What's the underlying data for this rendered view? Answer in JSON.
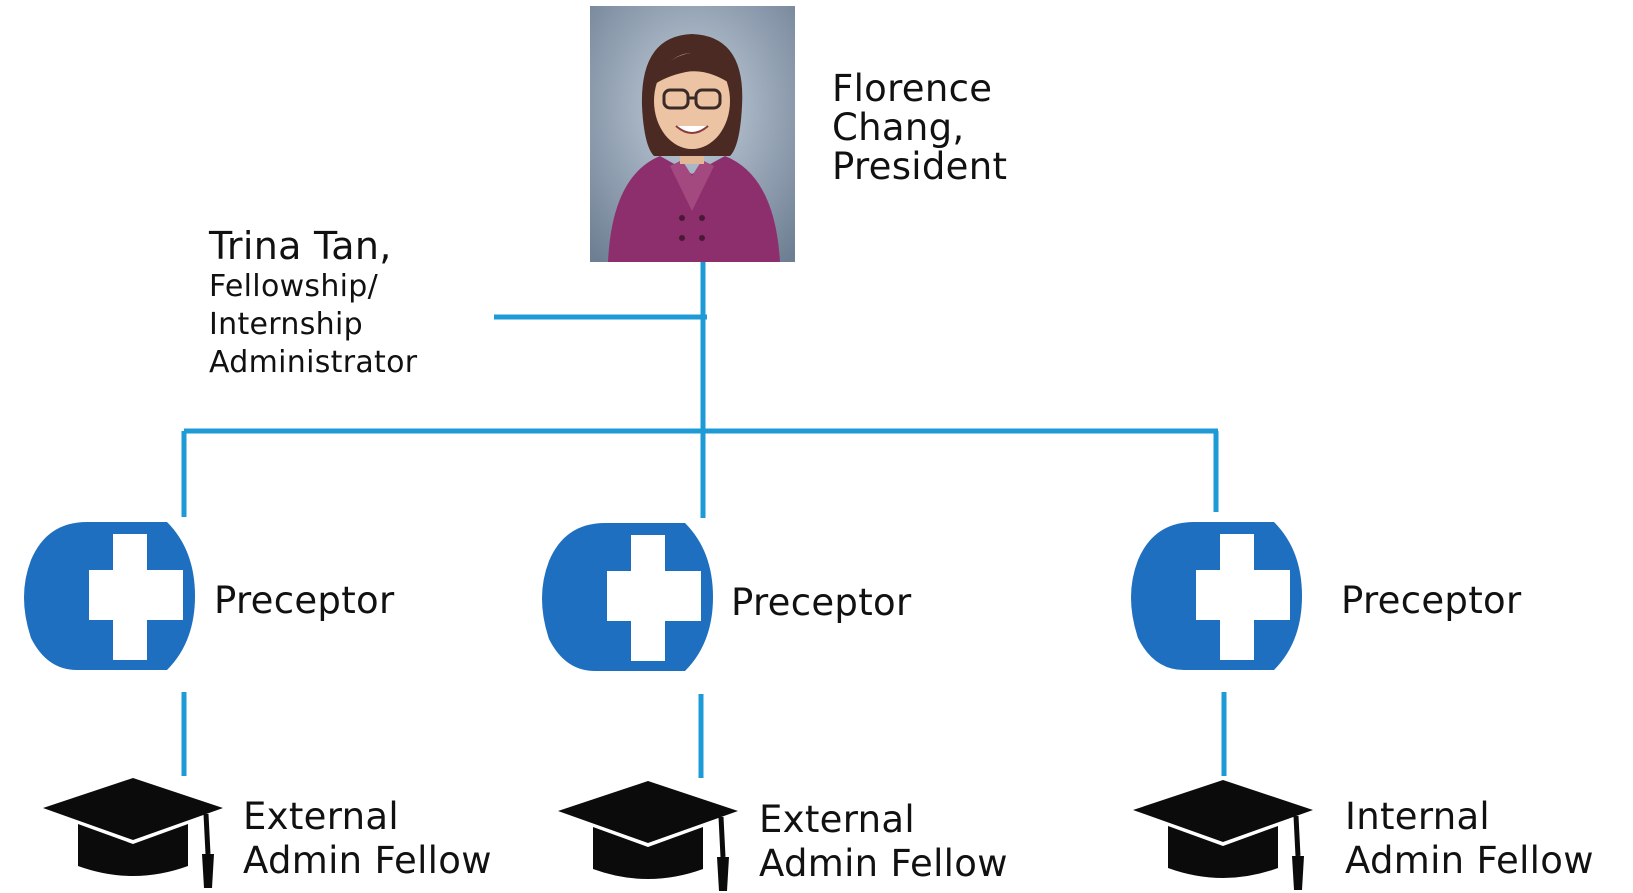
{
  "colors": {
    "connector": "#1e9bd7",
    "logo_blue": "#1e6fbf",
    "cap_black": "#0b0b0b",
    "text": "#111111"
  },
  "president": {
    "name_line1": "Florence",
    "name_line2": "Chang,",
    "title": "President",
    "photo_icon": "portrait-photo"
  },
  "administrator": {
    "name": "Trina Tan,",
    "role_line1": "Fellowship/",
    "role_line2": "Internship",
    "role_line3": "Administrator"
  },
  "branches": [
    {
      "preceptor_label": "Preceptor",
      "preceptor_icon": "medical-cross-logo",
      "fellow_line1": "External",
      "fellow_line2": "Admin Fellow",
      "fellow_icon": "graduation-cap"
    },
    {
      "preceptor_label": "Preceptor",
      "preceptor_icon": "medical-cross-logo",
      "fellow_line1": "External",
      "fellow_line2": "Admin Fellow",
      "fellow_icon": "graduation-cap"
    },
    {
      "preceptor_label": "Preceptor",
      "preceptor_icon": "medical-cross-logo",
      "fellow_line1": "Internal",
      "fellow_line2": "Admin Fellow",
      "fellow_icon": "graduation-cap"
    }
  ]
}
